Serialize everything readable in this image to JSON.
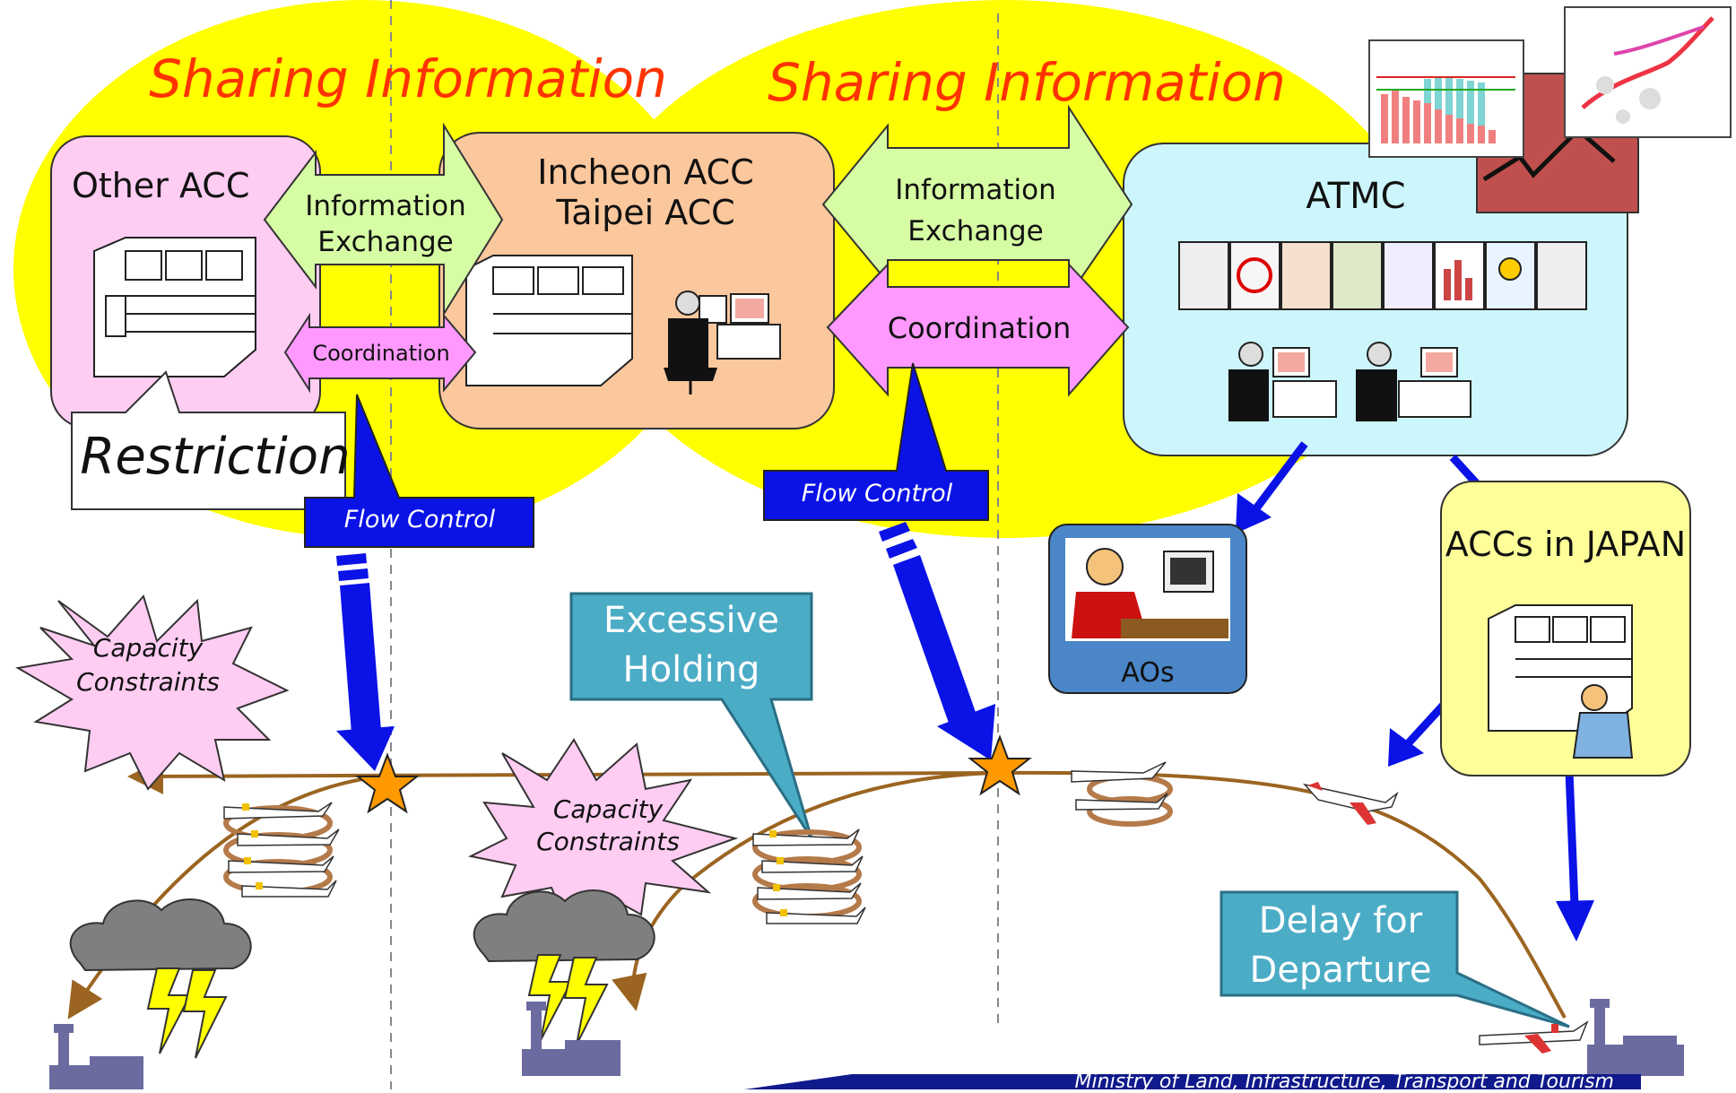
{
  "headings": {
    "sharing_left": "Sharing Information",
    "sharing_right": "Sharing Information"
  },
  "nodes": {
    "other_acc": "Other ACC",
    "incheon_line1": "Incheon ACC",
    "incheon_line2": "Taipei ACC",
    "atmc": "ATMC",
    "aos": "AOs",
    "accs_japan": "ACCs in JAPAN"
  },
  "arrows": {
    "info_exchange_left_1": "Information",
    "info_exchange_left_2": "Exchange",
    "info_exchange_right_1": "Information",
    "info_exchange_right_2": "Exchange",
    "coordination_left": "Coordination",
    "coordination_right": "Coordination"
  },
  "callouts": {
    "restriction": "Restriction",
    "flow_control_left": "Flow Control",
    "flow_control_right": "Flow Control",
    "excessive_holding_1": "Excessive",
    "excessive_holding_2": "Holding",
    "delay_departure_1": "Delay for",
    "delay_departure_2": "Departure",
    "capacity_left_1": "Capacity",
    "capacity_left_2": "Constraints",
    "capacity_mid_1": "Capacity",
    "capacity_mid_2": "Constraints"
  },
  "footer": {
    "ministry": "Ministry of Land, Infrastructure, Transport and Tourism"
  },
  "colors": {
    "yellow_bubble": "#ffff00",
    "pink_box": "#ffccf2",
    "orange_box": "#fbc79d",
    "cyan_box": "#ccf6fb",
    "green_arrow": "#d6fca4",
    "magenta_arrow": "#ff99ff",
    "blue_arrow": "#0a12e6",
    "teal_callout": "#4bacc6",
    "red_heading": "#ff3300",
    "route_brown": "#9b6420",
    "star_orange": "#ff9900",
    "japan_box": "#ffff99",
    "aos_box": "#4a86c8"
  }
}
